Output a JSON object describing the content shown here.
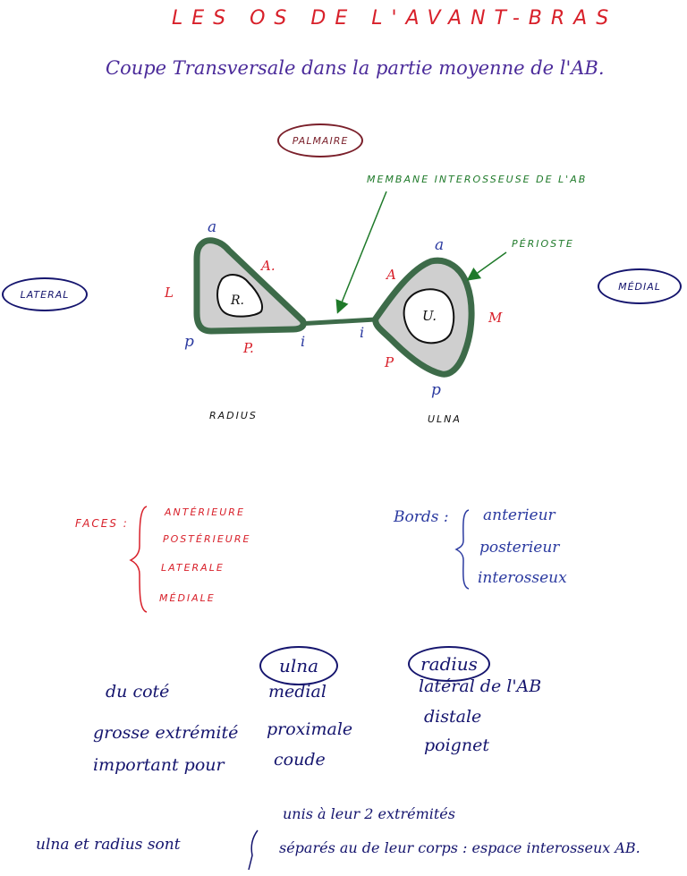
{
  "title": "LES OS DE L'AVANT-BRAS",
  "subtitle": "Coupe Transversale dans la partie moyenne de l'AB.",
  "orientation": {
    "palmaire": "PALMAIRE",
    "lateral": "LATERAL",
    "medial": "MÉDIAL"
  },
  "annotations": {
    "membrane": "MEMBANE INTEROSSEUSE DE L'AB",
    "perioste": "PÉRIOSTE"
  },
  "radius": {
    "inner_label": "R.",
    "name": "RADIUS",
    "a": "a",
    "A": "A.",
    "L": "L",
    "p": "p",
    "P": "P.",
    "i": "i"
  },
  "ulna": {
    "inner_label": "U.",
    "name": "ULNA",
    "a": "a",
    "A": "A",
    "M": "M",
    "p": "p",
    "P": "P",
    "i": "i"
  },
  "faces": {
    "label": "FACES :",
    "items": [
      "ANTÉRIEURE",
      "POSTÉRIEURE",
      "LATERALE",
      "MÉDIALE"
    ]
  },
  "bords": {
    "label": "Bords :",
    "items": [
      "anterieur",
      "posterieur",
      "interosseux"
    ]
  },
  "comparison": {
    "col_ulna": "ulna",
    "col_radius": "radius",
    "rows": [
      {
        "label": "du coté",
        "ulna": "medial",
        "radius": "latéral de l'AB"
      },
      {
        "label": "grosse extrémité",
        "ulna": "proximale",
        "radius": "distale"
      },
      {
        "label": "important pour",
        "ulna": "coude",
        "radius": "poignet"
      }
    ]
  },
  "summary": {
    "subject": "ulna et radius sont",
    "line1": "unis à leur 2 extrémités",
    "line2": "séparés au de leur corps : espace interosseux AB."
  },
  "colors": {
    "red": "#d8202a",
    "blue": "#2b3aa0",
    "green": "#1f7a2a",
    "violet": "#4b2b9a",
    "bone_fill": "#cfcfcf",
    "periosteum": "#3d6b49"
  }
}
